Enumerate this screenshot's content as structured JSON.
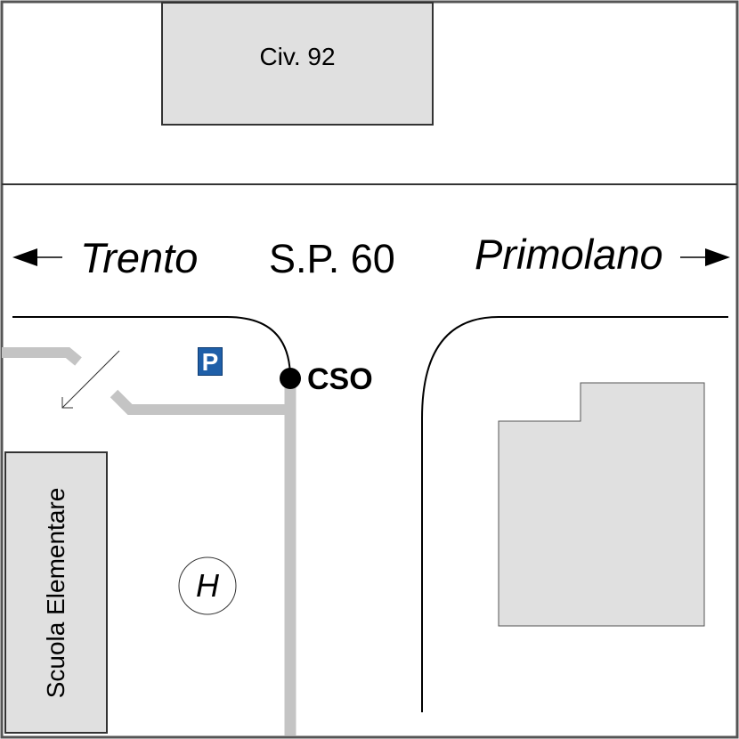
{
  "map": {
    "labels": {
      "building_civ": "Civ. 92",
      "direction_left": "Trento",
      "road_name": "S.P. 60",
      "direction_right": "Primolano",
      "point_marker": "CSO",
      "parking_sign": "P",
      "helipad_sign": "H",
      "school": "Scuola Elementare"
    },
    "icons": {
      "left_arrow": "arrow-left-icon",
      "right_arrow": "arrow-right-icon",
      "diagonal_arrow": "arrow-down-left-icon",
      "parking": "parking-icon",
      "helipad": "helipad-icon",
      "marker": "dot-marker-icon"
    },
    "colors": {
      "building_fill": "#e0e0e0",
      "path_gray": "#c4c4c4",
      "parking_blue": "#1f5fa8",
      "line": "#000000"
    }
  }
}
